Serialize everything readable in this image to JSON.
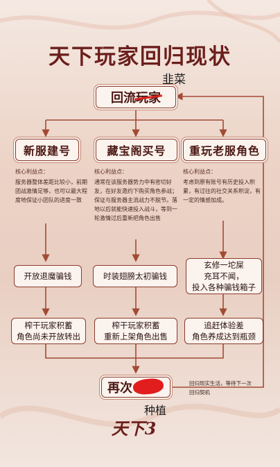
{
  "title": "天下玩家回归现状",
  "top_node": {
    "label": "回流玩家",
    "prefix": "回流",
    "struck": "玩家"
  },
  "top_annotation": "韭菜",
  "categories": [
    {
      "label": "新服建号"
    },
    {
      "label": "藏宝阁买号"
    },
    {
      "label": "重玩老服角色"
    }
  ],
  "notes": [
    {
      "heading": "核心利益点：",
      "body": "服务器整体差距比较小，前期团战激情足够，也可以最大程度地保证小团队的进度一致"
    },
    {
      "heading": "核心利益点：",
      "body": "通常在该服务器势力中有密切好友，在好友邀约下购买角色参战；保证与服务器主流战力不脱节。落地以后就能快速投入战斗，等到一轮激情过后重新把角色出售"
    },
    {
      "heading": "核心利益点：",
      "body": "考虑到原有账号有历史投入积累，有过往的社交关系积淀，有一定的情感加成。"
    }
  ],
  "stage2": [
    {
      "label": "开放退魔骗钱"
    },
    {
      "label": "时装翅膀太初骗钱"
    },
    {
      "lines": [
        "玄修一坨屎",
        "充耳不闻，",
        "投入各种骗钱箱子"
      ]
    }
  ],
  "stage3": [
    {
      "lines": [
        "榨干玩家积蓄",
        "角色尚未开放转出"
      ]
    },
    {
      "lines": [
        "榨干玩家积蓄",
        "重新上架角色出售"
      ]
    },
    {
      "lines": [
        "追赶体验差",
        "角色养成达到瓶颈"
      ]
    }
  ],
  "bottom_node": {
    "prefix": "再次"
  },
  "bottom_annotation": "种植",
  "side_note": "回归现实生活，等待下一次回归契机",
  "logo_text": "天下3",
  "colors": {
    "accent": "#8a3b2c",
    "arrow": "#a24a34",
    "title": "#6b1f1c",
    "highlight": "#d9231f"
  }
}
